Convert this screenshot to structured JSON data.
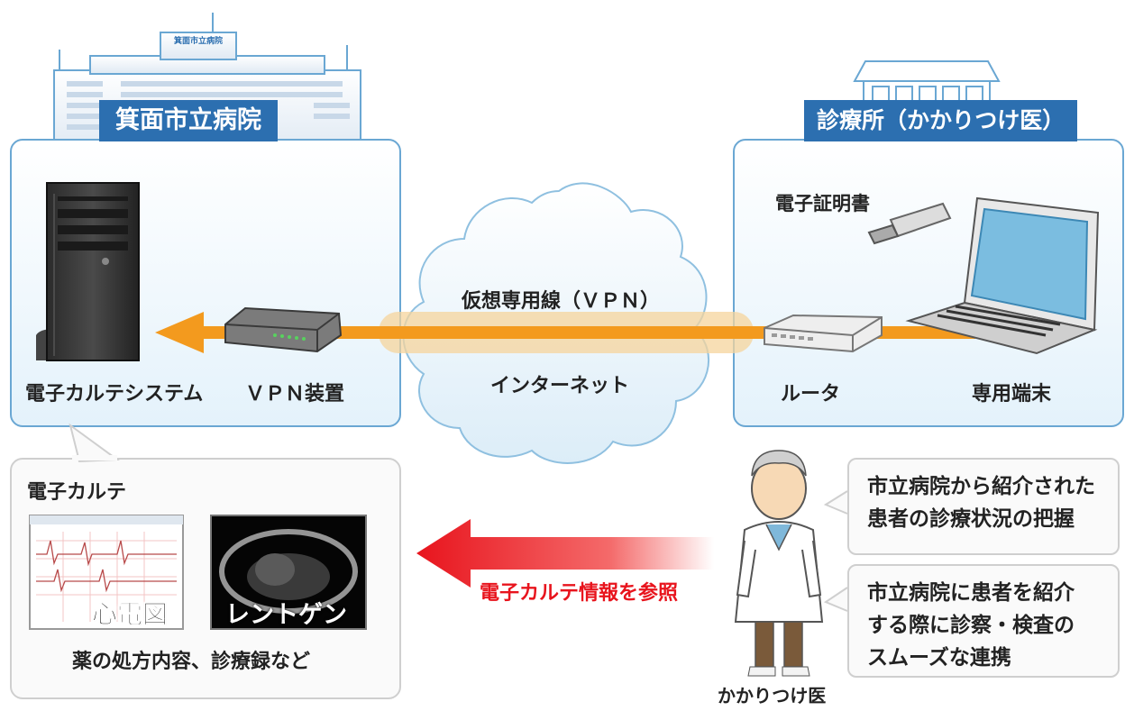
{
  "hospital": {
    "name": "箕面市立病院",
    "sign": "箕面市立病院",
    "system_label": "電子カルテシステム",
    "vpn_device_label": "ＶＰＮ装置"
  },
  "network": {
    "vpn_label": "仮想専用線（ＶＰＮ）",
    "internet_label": "インターネット"
  },
  "clinic": {
    "name": "診療所（かかりつけ医）",
    "certificate_label": "電子証明書",
    "router_label": "ルータ",
    "terminal_label": "専用端末"
  },
  "records": {
    "title": "電子カルテ",
    "ecg_label": "心電図",
    "xray_label": "レントゲン",
    "caption": "薬の処方内容、診療録など"
  },
  "reference_arrow_label": "電子カルテ情報を参照",
  "doctor": {
    "label": "かかりつけ医",
    "bubble1": [
      "市立病院から紹介された",
      "患者の診療状況の把握"
    ],
    "bubble2": [
      "市立病院に患者を紹介",
      "する際に診察・検査の",
      "スムーズな連携"
    ]
  },
  "colors": {
    "panel_border": "#6aa7d3",
    "banner": "#2c6fb0",
    "vpn_arrow": "#f39a1e",
    "reference_arrow": "#e8141d"
  }
}
